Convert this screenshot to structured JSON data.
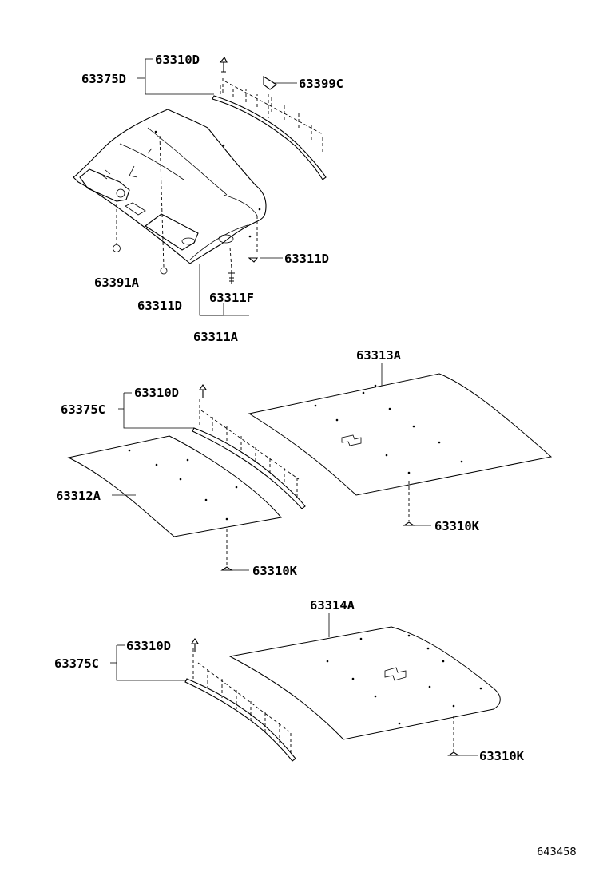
{
  "labels": {
    "top_63375D": "63375D",
    "top_63310D": "63310D",
    "top_63399C": "63399C",
    "top_63311D_right": "63311D",
    "top_63391A": "63391A",
    "top_63311D_left": "63311D",
    "top_63311F": "63311F",
    "top_63311A": "63311A",
    "mid_63313A": "63313A",
    "mid_63310D": "63310D",
    "mid_63375C": "63375C",
    "mid_63312A": "63312A",
    "mid_63310K_right": "63310K",
    "mid_63310K_left": "63310K",
    "bot_63314A": "63314A",
    "bot_63310D": "63310D",
    "bot_63375C": "63375C",
    "bot_63310K": "63310K"
  },
  "figure_number": "643458"
}
